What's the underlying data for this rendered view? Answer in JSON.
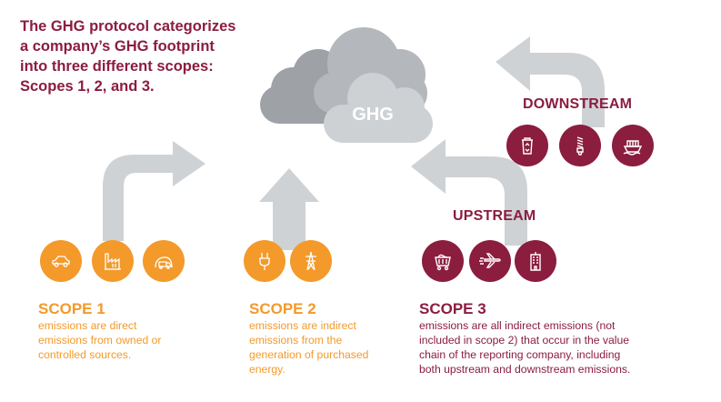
{
  "intro": {
    "lines": [
      "The GHG protocol categorizes",
      "a company’s GHG footprint",
      "into three different scopes:",
      "Scopes 1, 2, and 3."
    ]
  },
  "cloud": {
    "label": "GHG"
  },
  "downstream": {
    "label": "DOWNSTREAM",
    "icons": [
      "recycling-bin-icon",
      "light-bulb-icon",
      "cargo-ship-icon"
    ]
  },
  "upstream": {
    "label": "UPSTREAM",
    "icons": [
      "mining-cart-icon",
      "airplane-icon",
      "office-building-icon"
    ]
  },
  "scopes": [
    {
      "title": "SCOPE 1",
      "lines": [
        "emissions are direct",
        "emissions from owned or",
        "controlled sources."
      ],
      "icons": [
        "car-icon",
        "factory-icon",
        "garbage-truck-icon"
      ]
    },
    {
      "title": "SCOPE 2",
      "lines": [
        "emissions are indirect",
        "emissions from the",
        "generation of purchased",
        "energy."
      ],
      "icons": [
        "electric-plug-icon",
        "power-tower-icon"
      ]
    },
    {
      "title": "SCOPE 3",
      "lines": [
        "emissions are all indirect emissions (not",
        "included in scope 2) that occur in the value",
        "chain of the reporting company, including",
        "both upstream and downstream emissions."
      ]
    }
  ],
  "colors": {
    "maroon": "#8b1d3f",
    "orange": "#f39a2b",
    "arrow_gray": "#cfd2d5",
    "cloud_dark": "#9ea2a7",
    "cloud_mid": "#b4b7bb",
    "cloud_light": "#ced1d4"
  }
}
